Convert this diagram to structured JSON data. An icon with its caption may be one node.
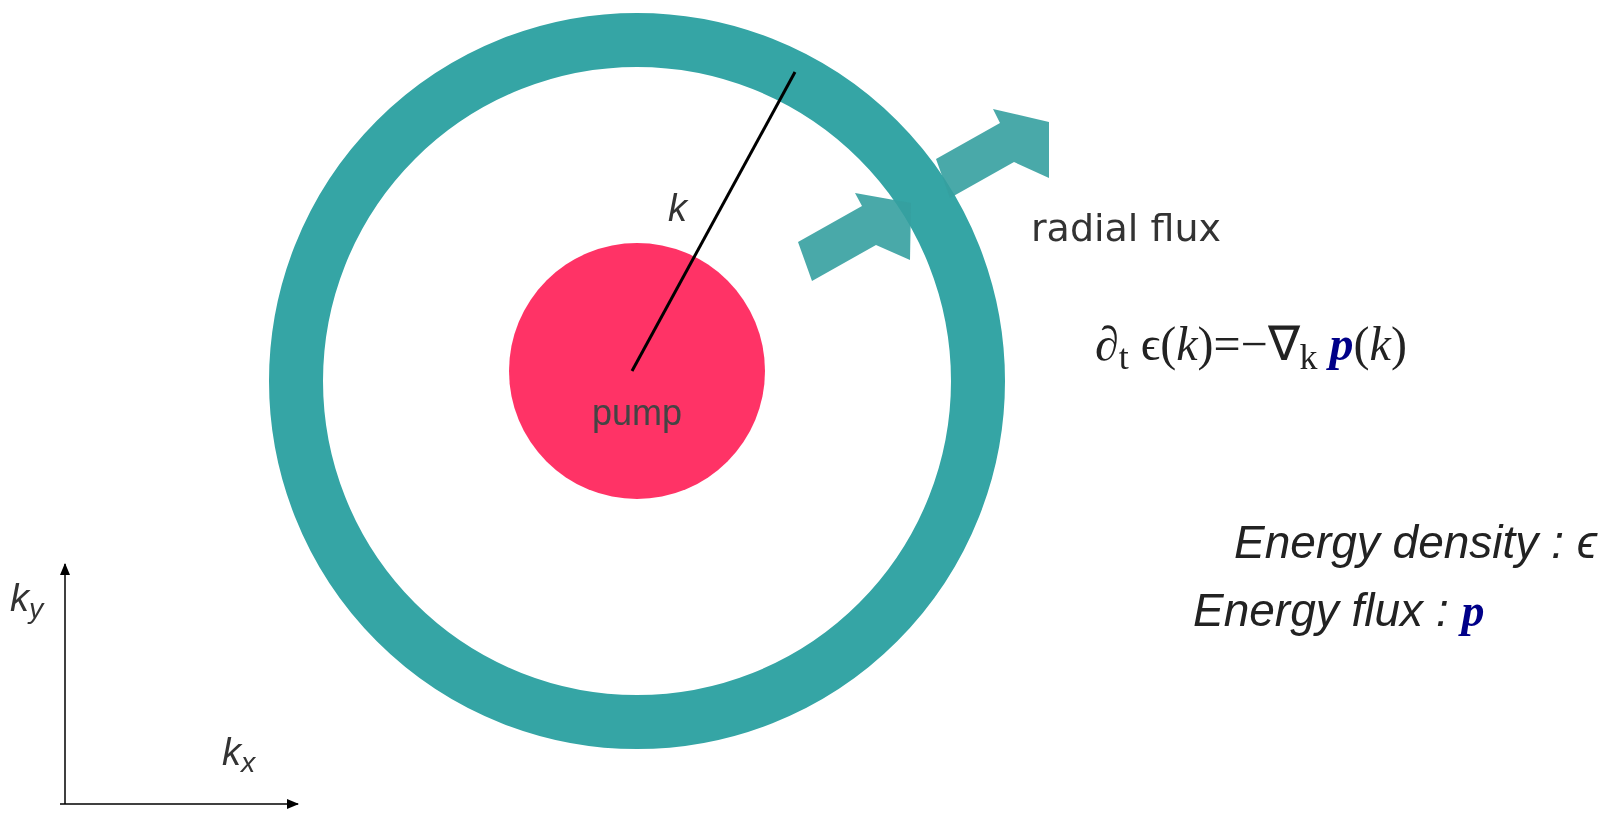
{
  "diagram": {
    "nodes": [
      {
        "text": [],
        "shape": "circle"
      },
      {
        "text": [
          "pump"
        ],
        "in": 0
      }
    ],
    "edges": [],
    "labels": [
      "k",
      "radial flux",
      "∂$_{t}$ ϵ(*k*)=−∇$_{k}$ **p**(*k*)",
      "Energy density : ϵ",
      "Energy flux : **p**",
      "k$_{y}$",
      "k$_{x}$"
    ]
  }
}
